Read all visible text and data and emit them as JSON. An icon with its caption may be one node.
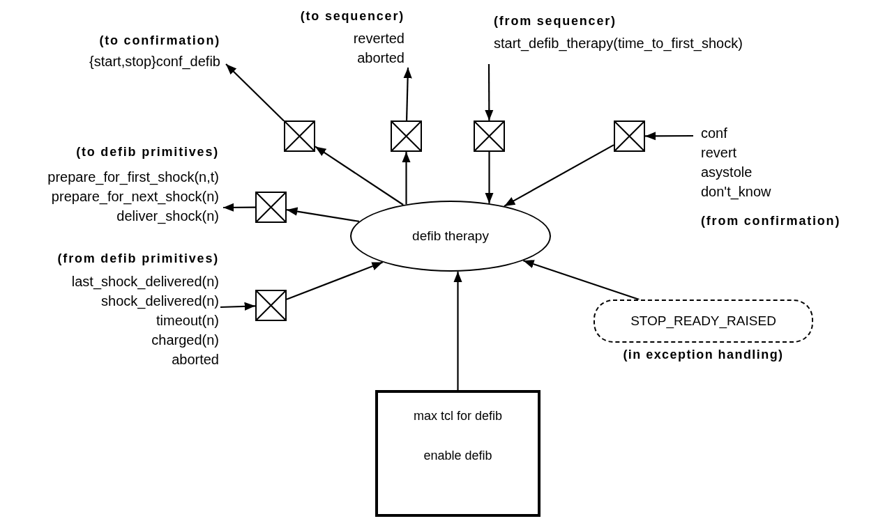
{
  "diagram": {
    "nodes": [
      {
        "text": [
          "defib therapy"
        ]
      },
      {
        "text": [],
        "shape": "box"
      },
      {
        "text": [],
        "shape": "box"
      },
      {
        "text": [],
        "shape": "box"
      },
      {
        "text": [],
        "shape": "box"
      },
      {
        "text": [],
        "shape": "box"
      },
      {
        "text": [],
        "shape": "box"
      },
      {
        "text": [
          "(to confirmation)",
          "{start,stop}conf_defib"
        ]
      },
      {
        "text": [
          "(to sequencer)",
          "reverted",
          "aborted"
        ]
      },
      {
        "text": [
          "(from sequencer)",
          "start_defib_therapy(time_to_first_shock)"
        ]
      },
      {
        "text": [
          "conf",
          "revert",
          "asystole",
          "don't_know",
          "(from confirmation)"
        ]
      },
      {
        "text": [
          "(to defib primitives)",
          "prepare_for_first_shock(n,t)",
          "prepare_for_next_shock(n)",
          "deliver_shock(n)"
        ]
      },
      {
        "text": [
          "(from defib primitives)",
          "last_shock_delivered(n)",
          "shock_delivered(n)",
          "timeout(n)",
          "charged(n)",
          "aborted"
        ]
      },
      {
        "text": [
          "STOP_READY_RAISED"
        ],
        "beside": [
          "(in exception handling)"
        ]
      },
      {
        "text": [
          "max tcl for defib",
          "enable defib"
        ]
      }
    ],
    "edges": [
      {
        "from": 0,
        "to": 1,
        "arrow": "to"
      },
      {
        "from": 1,
        "to": 7,
        "arrow": "to"
      },
      {
        "from": 0,
        "to": 2,
        "arrow": "to"
      },
      {
        "from": 2,
        "to": 8,
        "arrow": "to"
      },
      {
        "from": 9,
        "to": 3,
        "arrow": "to"
      },
      {
        "from": 3,
        "to": 0,
        "arrow": "to"
      },
      {
        "from": 10,
        "to": 4,
        "arrow": "to"
      },
      {
        "from": 4,
        "to": 0,
        "arrow": "to"
      },
      {
        "from": 0,
        "to": 5,
        "arrow": "to"
      },
      {
        "from": 5,
        "to": 11,
        "arrow": "to"
      },
      {
        "from": 12,
        "to": 6,
        "arrow": "to"
      },
      {
        "from": 6,
        "to": 0,
        "arrow": "to"
      },
      {
        "from": 13,
        "to": 0,
        "arrow": "to"
      },
      {
        "from": 14,
        "to": 0,
        "arrow": "to"
      }
    ]
  }
}
